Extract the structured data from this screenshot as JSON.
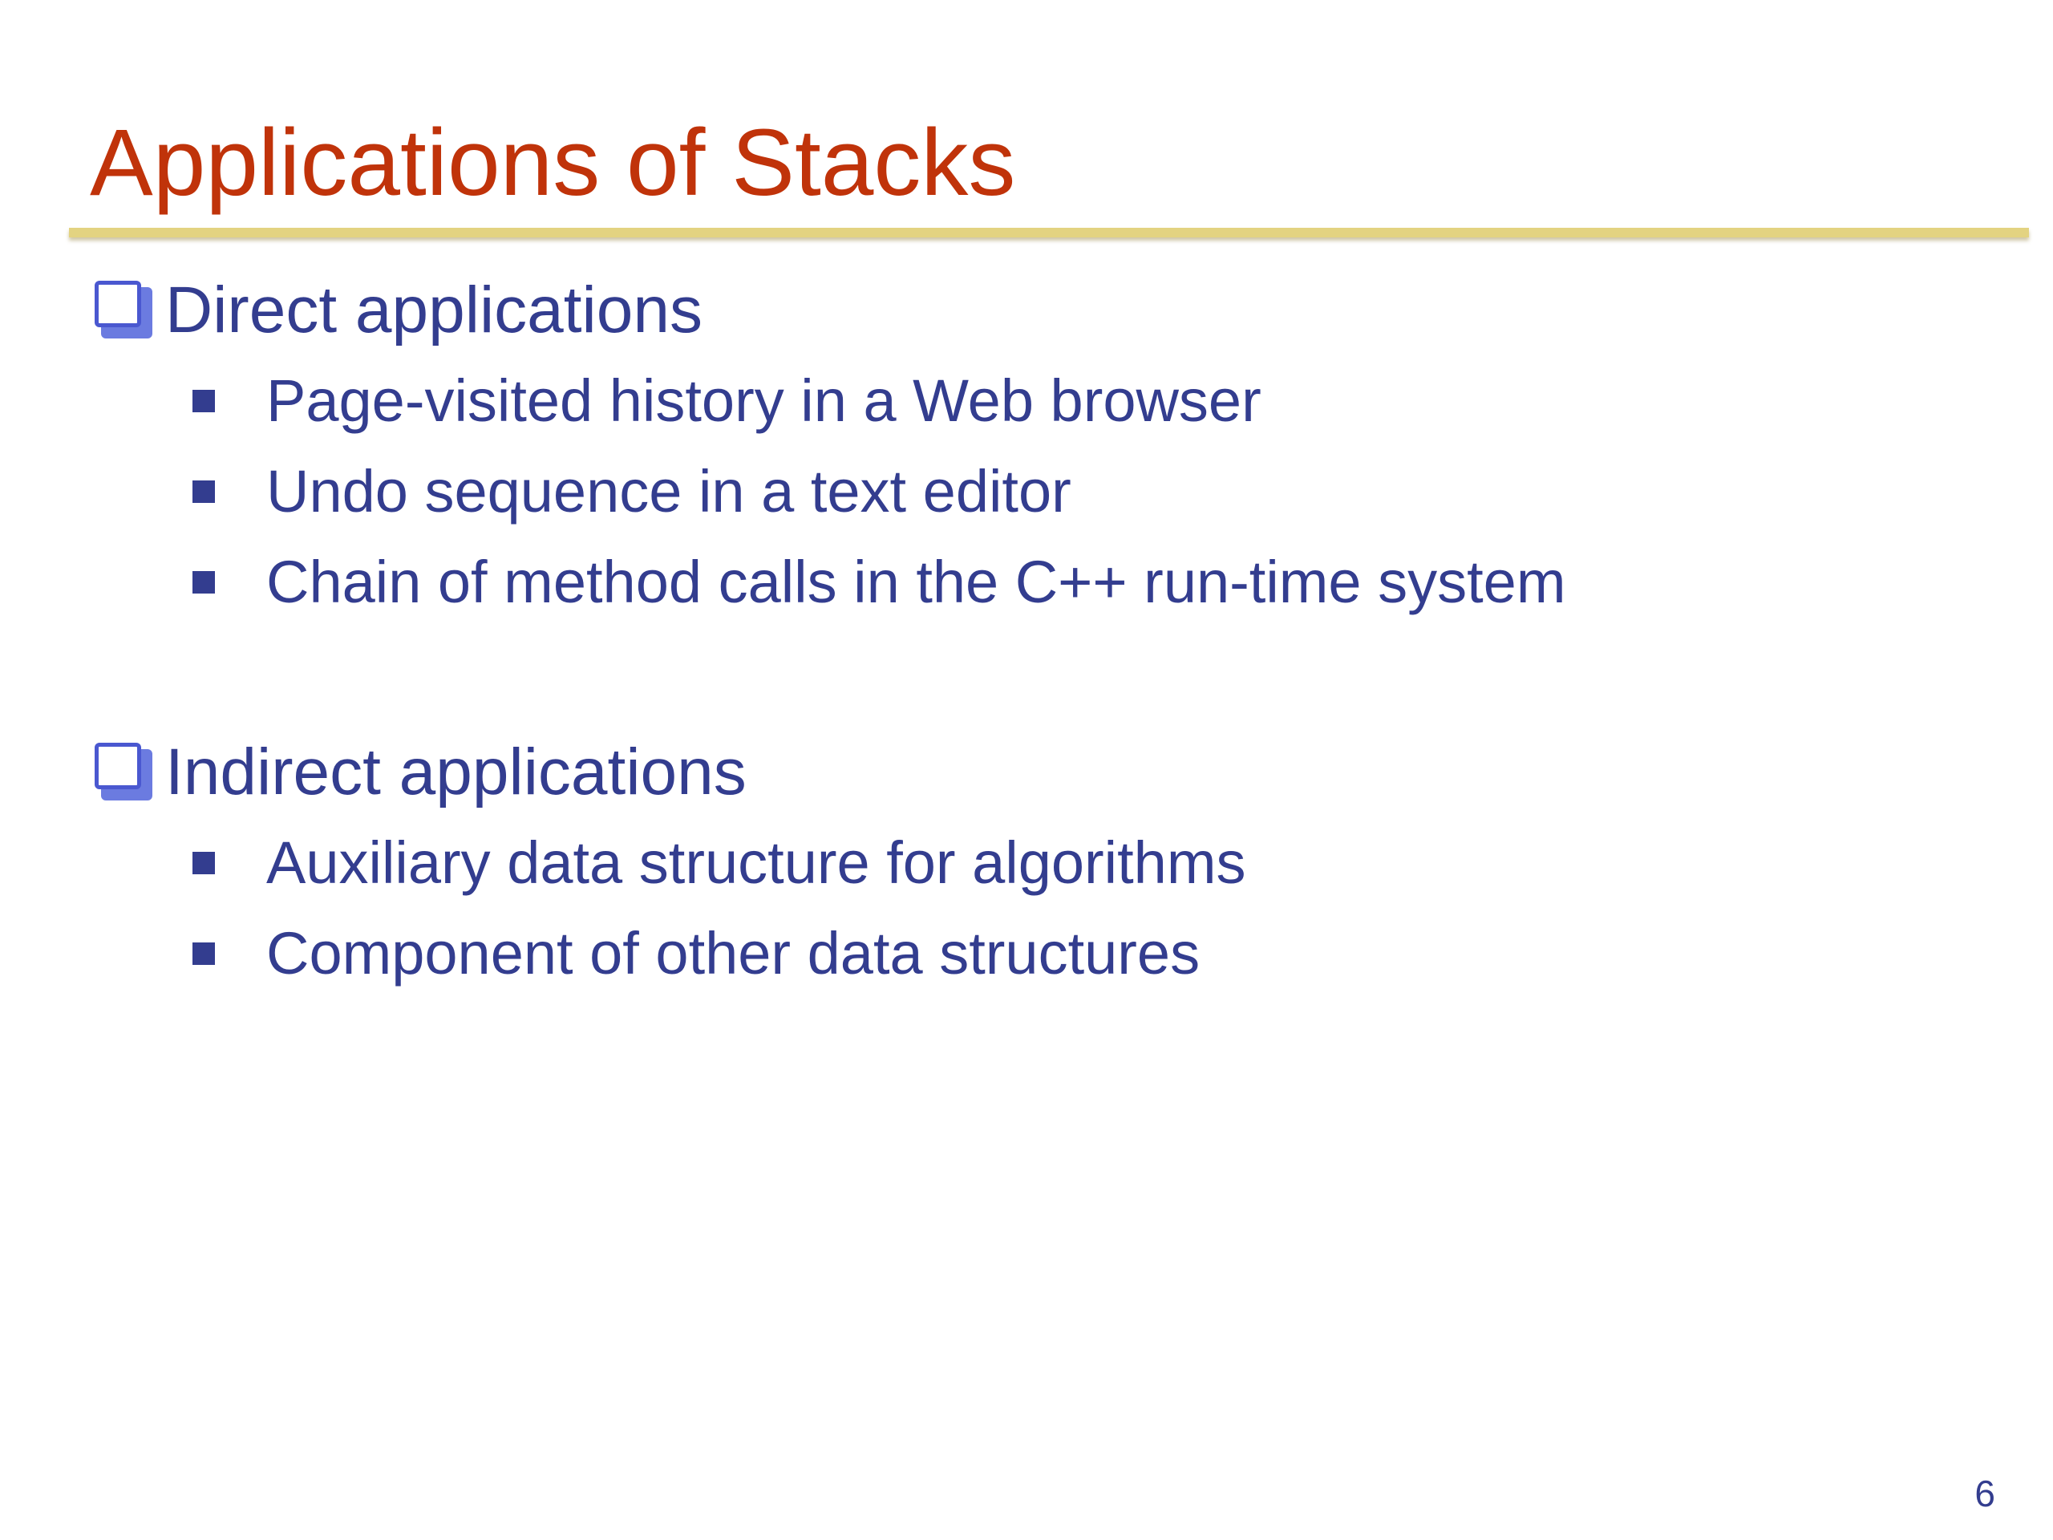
{
  "slide": {
    "title": "Applications of Stacks",
    "page_number": "6",
    "sections": [
      {
        "heading": "Direct applications",
        "bullets": [
          "Page-visited history in a Web browser",
          "Undo sequence in a text editor",
          "Chain of method calls in the C++ run-time system"
        ]
      },
      {
        "heading": "Indirect applications",
        "bullets": [
          "Auxiliary data structure for algorithms",
          "Component of other data structures"
        ]
      }
    ]
  },
  "colors": {
    "title": "#c0330a",
    "body_text": "#333d8f",
    "rule": "#e3d381",
    "checkbox": "#4a58d0"
  },
  "icons": {
    "section_marker": "checkbox-outline-icon",
    "bullet_marker": "square-bullet-icon"
  }
}
